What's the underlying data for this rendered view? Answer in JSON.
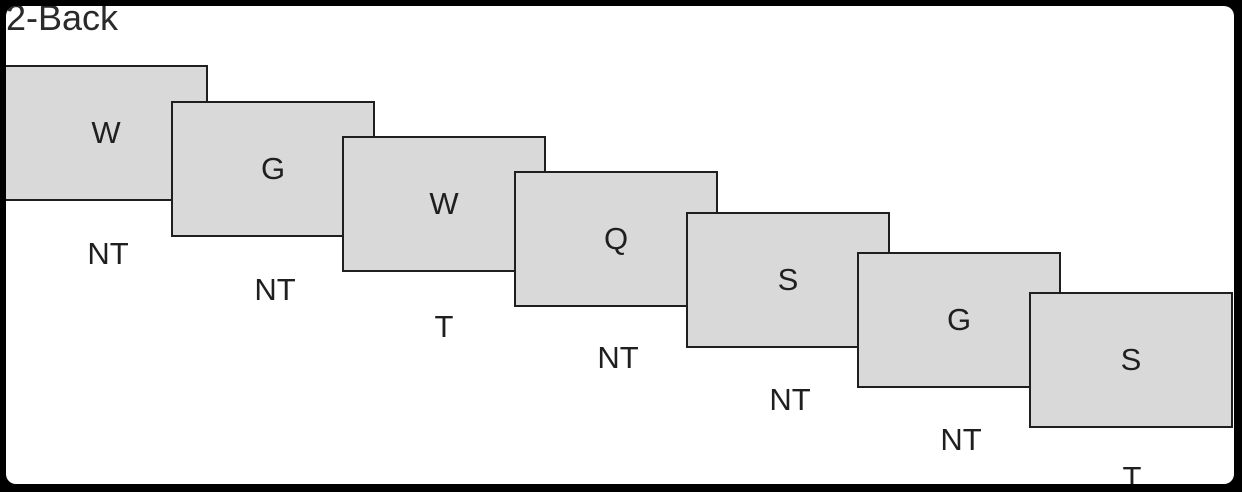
{
  "title": "2-Back",
  "trials": [
    {
      "letter": "W",
      "label": "NT"
    },
    {
      "letter": "G",
      "label": "NT"
    },
    {
      "letter": "W",
      "label": "T"
    },
    {
      "letter": "Q",
      "label": "NT"
    },
    {
      "letter": "S",
      "label": "NT"
    },
    {
      "letter": "G",
      "label": "NT"
    },
    {
      "letter": "S",
      "label": "T"
    }
  ]
}
